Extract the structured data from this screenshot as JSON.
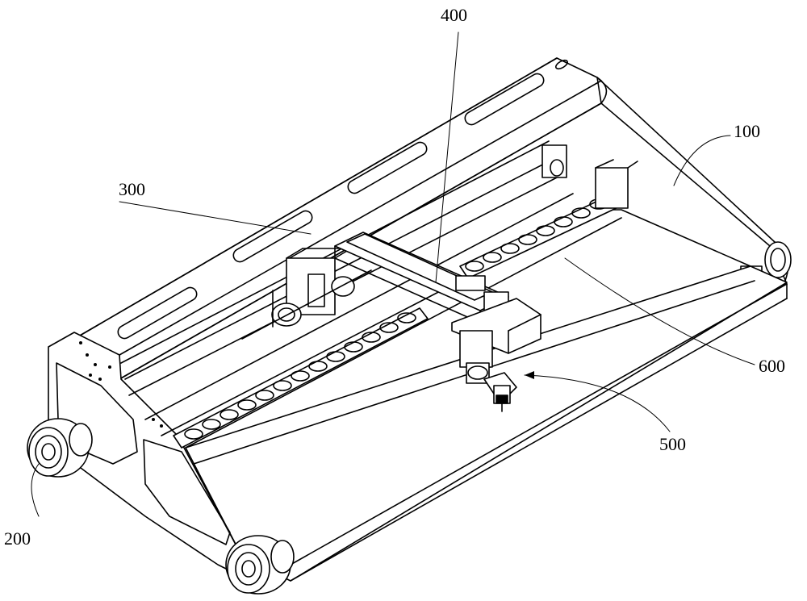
{
  "labels": {
    "frame": "100",
    "wheel": "200",
    "x_axis_carriage": "300",
    "y_axis_beam": "400",
    "tool_head": "500",
    "roller_track": "600"
  }
}
